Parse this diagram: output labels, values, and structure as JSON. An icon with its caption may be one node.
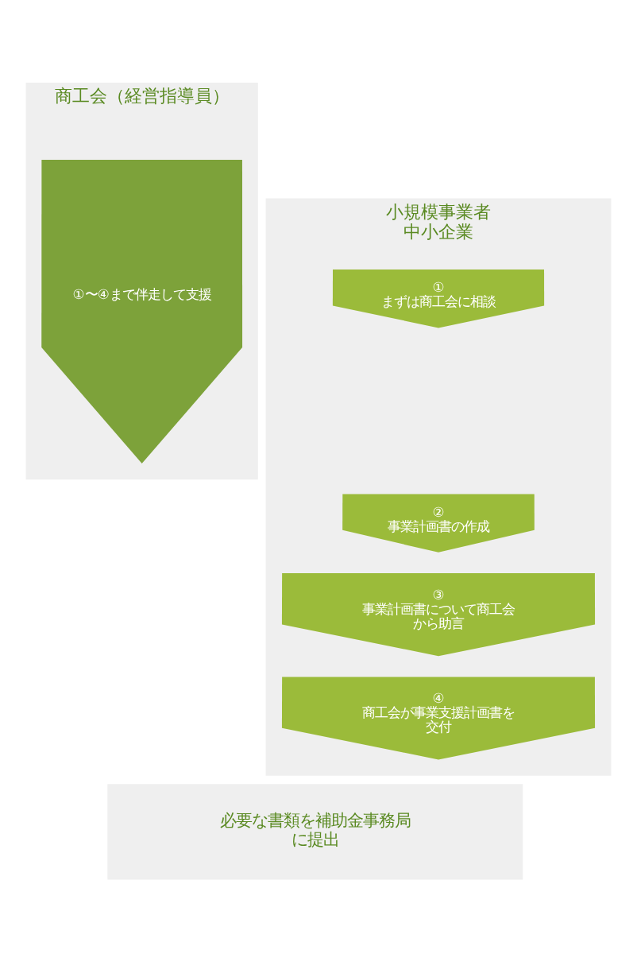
{
  "diagram": {
    "nodes": [
      {
        "text": [
          "商工会（経営指導員）"
        ]
      },
      {
        "text": [
          "①〜④まで伴走して支援"
        ],
        "in": 0
      },
      {
        "text": [
          "小規模事業者",
          "中小企業"
        ]
      },
      {
        "text": [
          "①",
          "まずは商工会に相談"
        ],
        "in": 2
      },
      {
        "text": [
          "②",
          "事業計画書の作成"
        ],
        "in": 2
      },
      {
        "text": [
          "③",
          "事業計画書について商工会から助言"
        ],
        "in": 2
      },
      {
        "text": [
          "④",
          "商工会が事業支援計画書を交付"
        ],
        "in": 2
      },
      {
        "text": [
          "必要な書類を補助金事務局に提出"
        ]
      }
    ]
  }
}
